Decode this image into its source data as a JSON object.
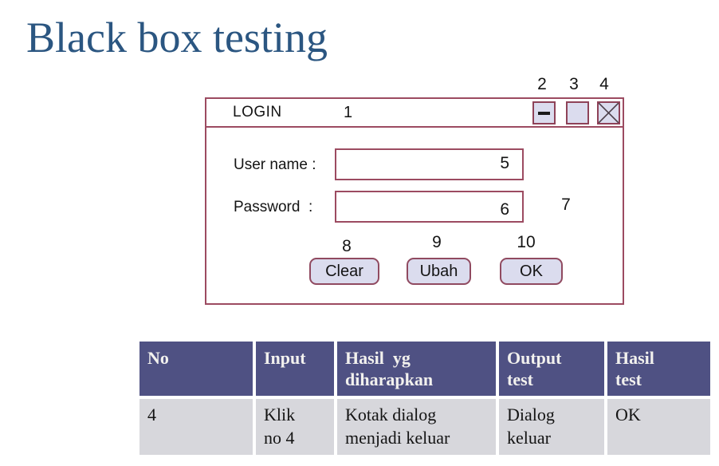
{
  "slide": {
    "title": "Black box testing"
  },
  "dialog": {
    "title": "LOGIN",
    "labels": {
      "username": "User name :",
      "password": "Password  :"
    },
    "buttons": {
      "clear": "Clear",
      "ubah": "Ubah",
      "ok": "OK"
    },
    "annotations": {
      "titlebar": "1",
      "minimize": "2",
      "maximize": "3",
      "close": "4",
      "username_field": "5",
      "password_field": "6",
      "dialog_body": "7",
      "clear_button": "8",
      "ubah_button": "9",
      "ok_button": "10"
    }
  },
  "table": {
    "headers": [
      "No",
      "Input",
      "Hasil  yg\ndiharapkan",
      "Output\ntest",
      "Hasil\ntest"
    ],
    "rows": [
      [
        "4",
        "Klik\nno 4",
        "Kotak dialog\nmenjadi keluar",
        "Dialog\nkeluar",
        "OK"
      ]
    ]
  },
  "colors": {
    "title_blue": "#2b5681",
    "accent_maroon": "#9c4b61",
    "button_fill": "#dbdcee",
    "table_header_bg": "#4f5183",
    "table_row_bg": "#d7d7dc"
  }
}
